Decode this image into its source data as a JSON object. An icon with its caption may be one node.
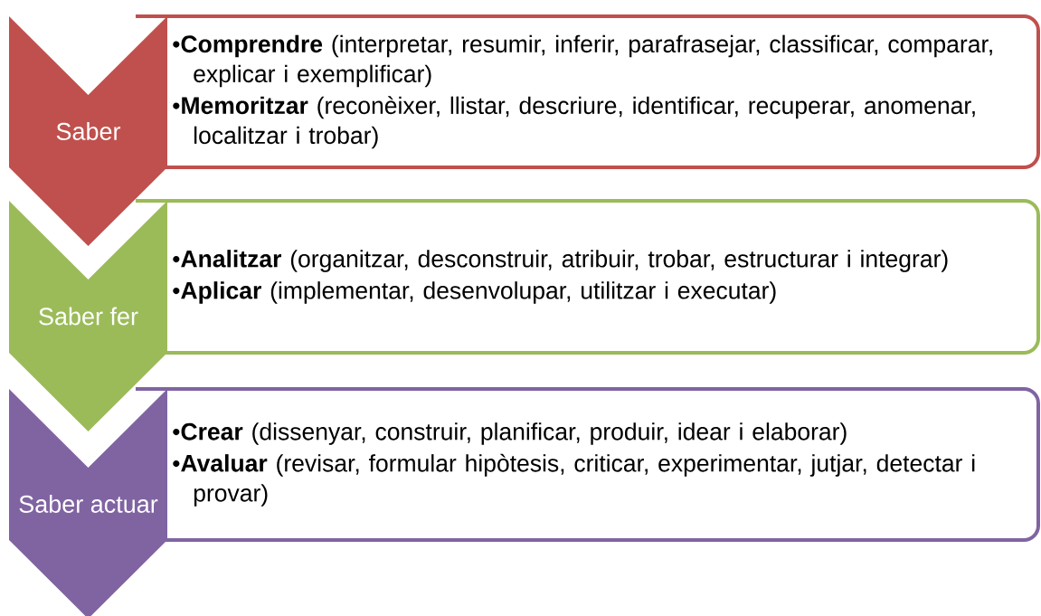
{
  "diagram": {
    "nodes": [
      {
        "text": [
          "Saber"
        ]
      },
      {
        "text": [
          "•**Comprendre** (interpretar, resumir, inferir, parafrasejar, classificar, comparar, explicar i exemplificar)",
          "•**Memoritzar** (reconèixer, llistar, descriure, identificar, recuperar, anomenar, localitzar i trobar)"
        ]
      },
      {
        "text": [
          "Saber fer"
        ]
      },
      {
        "text": [
          "•**Analitzar** (organitzar, desconstruir, atribuir, trobar, estructurar i integrar)",
          "•**Aplicar** (implementar, desenvolupar, utilitzar i executar)"
        ]
      },
      {
        "text": [
          "Saber actuar"
        ]
      },
      {
        "text": [
          "•**Crear** (dissenyar, construir, planificar, produir, idear i elaborar)",
          "•**Avaluar** (revisar, formular hipòtesis, criticar, experimentar, jutjar, detectar i provar)"
        ]
      }
    ]
  }
}
